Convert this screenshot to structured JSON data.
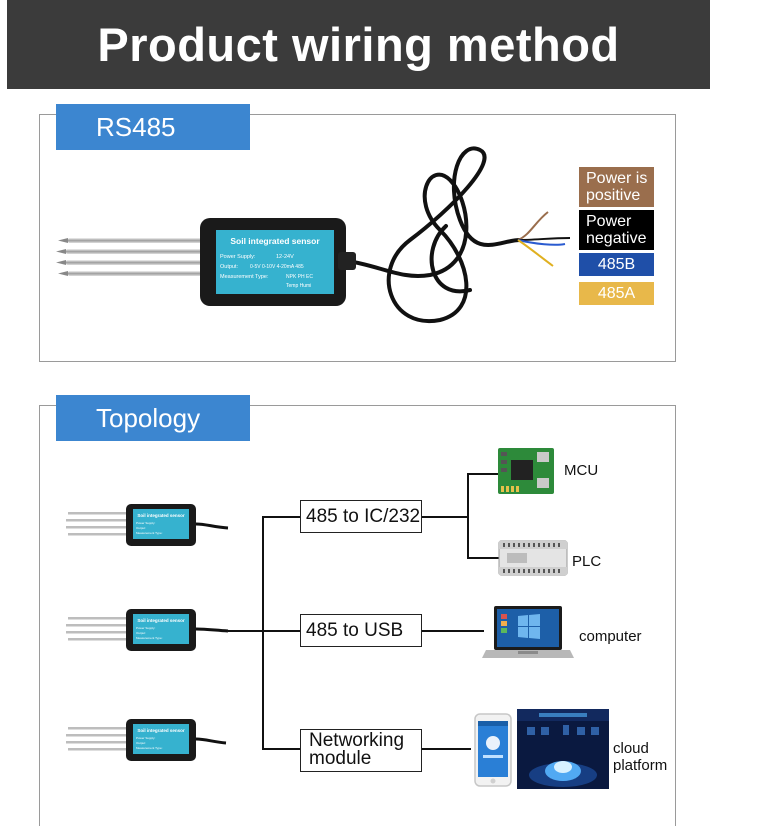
{
  "header": {
    "title": "Product wiring method"
  },
  "rs485": {
    "tab": "RS485",
    "sensor": {
      "title": "Soil integrated sensor",
      "power_supply": "Power Supply:",
      "power_option": "12-24V",
      "output": "Output:",
      "output_options": "0-5V  0-10V  4-20mA  485",
      "measurement_type": "Measurement Type:",
      "measurement_options_1": "NPK  PH  EC",
      "measurement_options_2": "Temp  Humi"
    },
    "wires": [
      {
        "line1": "Power is",
        "line2": "positive",
        "color": "#9a6e4d"
      },
      {
        "line1": "Power",
        "line2": "negative",
        "color": "#000000"
      },
      {
        "line1": "485B",
        "line2": "",
        "color": "#1f4fa8"
      },
      {
        "line1": "485A",
        "line2": "",
        "color": "#e8b84a"
      }
    ]
  },
  "topology": {
    "tab": "Topology",
    "converters": [
      {
        "line1": "485 to IC/232",
        "line2": ""
      },
      {
        "line1": "485 to USB",
        "line2": ""
      },
      {
        "line1": "Networking",
        "line2": "module"
      }
    ],
    "devices": {
      "mcu": "MCU",
      "plc": "PLC",
      "computer": "computer",
      "cloud_1": "cloud",
      "cloud_2": "platform"
    },
    "sensor_mini": {
      "title": "Soil integrated sensor",
      "line1": "Power Supply:",
      "line2": "Output:",
      "line3": "Measurement Type:"
    }
  }
}
